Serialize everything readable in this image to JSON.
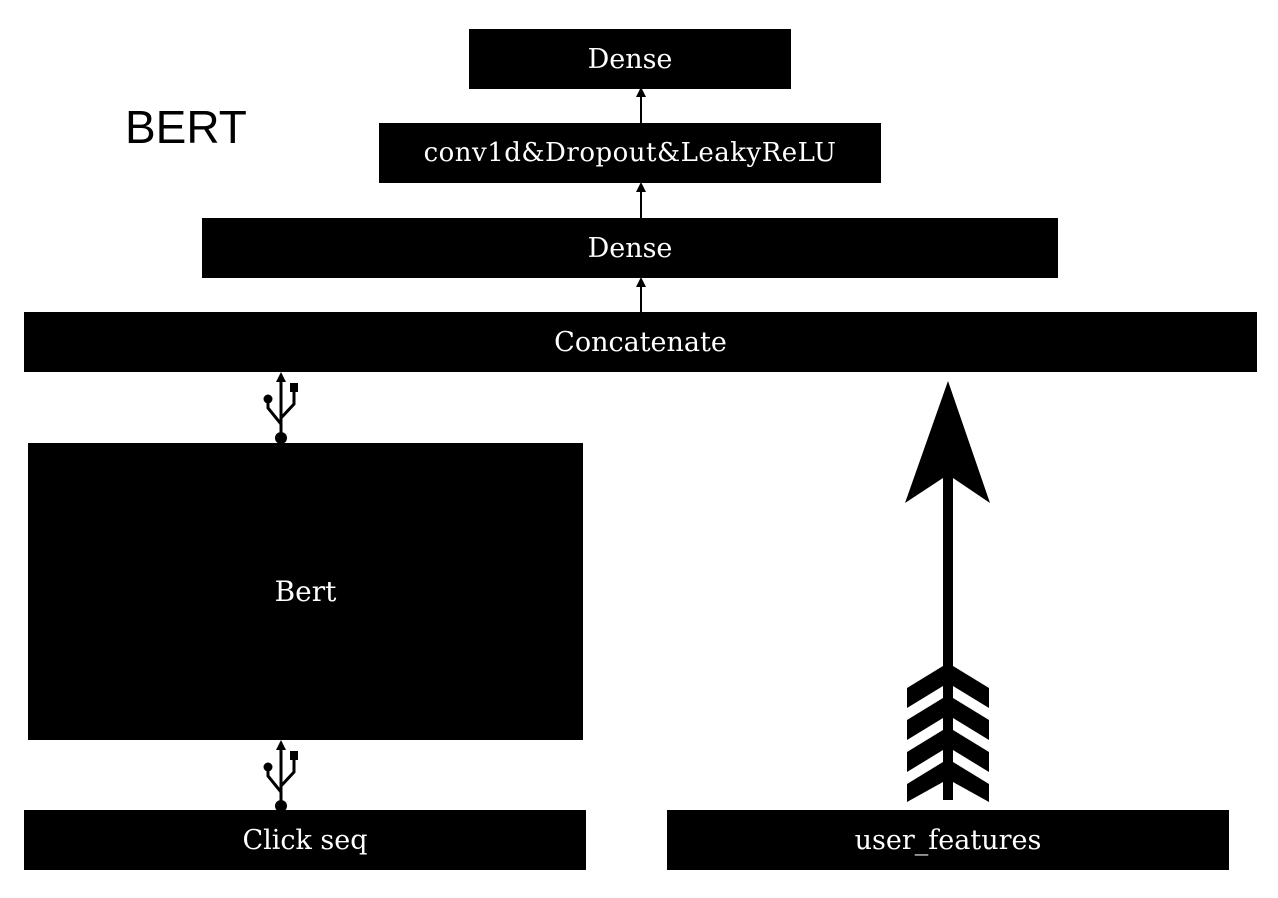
{
  "title": "BERT",
  "nodes": {
    "dense_top": "Dense",
    "conv": "conv1d&Dropout&LeakyReLU",
    "dense_mid": "Dense",
    "concat": "Concatenate",
    "bert": "Bert",
    "click_seq": "Click seq",
    "user_features": "user_features"
  },
  "icons": {
    "connector_upper": "usb-arrow-icon",
    "connector_lower": "usb-arrow-icon",
    "user_features_arrow": "fletched-arrow-icon"
  },
  "colors": {
    "block_fill": "#000000",
    "block_text": "#ffffff",
    "background": "#ffffff"
  }
}
